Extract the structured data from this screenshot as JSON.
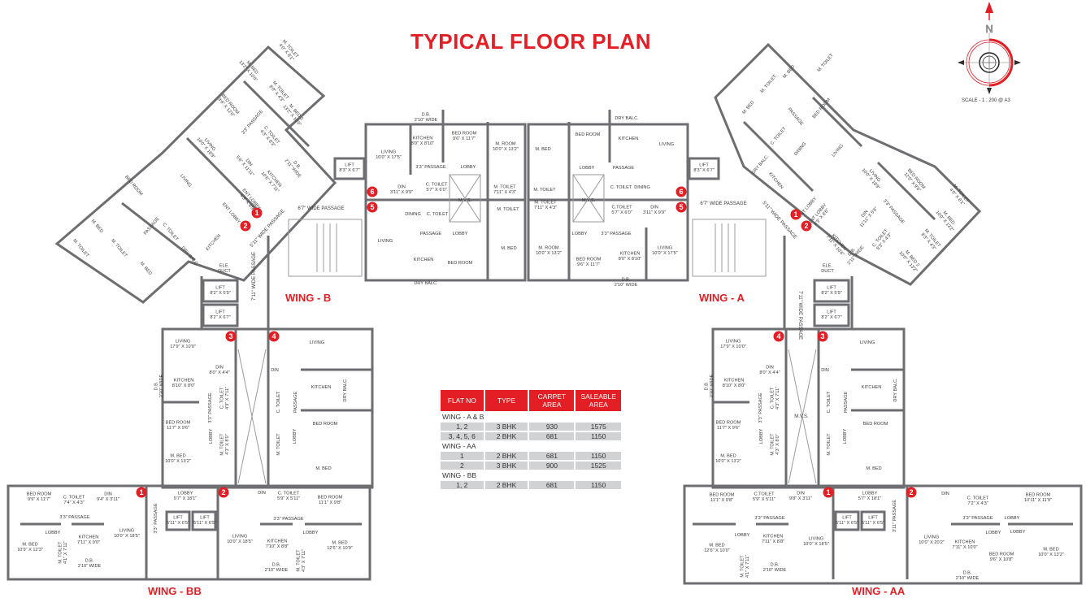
{
  "title": "TYPICAL FLOOR PLAN",
  "colors": {
    "accent": "#e31e24",
    "wall": "#6d6e71",
    "table_row": "#d1d2d4"
  },
  "compass": {
    "north_label": "N",
    "icon": "compass-rose-icon",
    "scale": "SCALE -  1 : 200 @ A3"
  },
  "wings": {
    "b": "WING - B",
    "a": "WING - A",
    "bb": "WING - BB",
    "aa": "WING - AA"
  },
  "flat_markers": {
    "nw": [
      "1",
      "2"
    ],
    "ne": [
      "1",
      "2"
    ],
    "center_b": [
      "6",
      "5"
    ],
    "center_a": [
      "6",
      "5"
    ],
    "wing_b": [
      "3",
      "4"
    ],
    "wing_a": [
      "4",
      "3"
    ],
    "wing_bb": [
      "1",
      "2"
    ],
    "wing_aa": [
      "1",
      "2"
    ]
  },
  "passages": {
    "left_top": "6'7\" WIDE PASSAGE",
    "right_top": "6'7\" WIDE PASSAGE",
    "left_diag": "5'11\" WIDE PASSAGE",
    "right_diag": "5'11\" WIDE PASSAGE",
    "left_vertical": "7'11\" WIDE PASSAGE",
    "right_vertical": "7'11\" WIDE PASSAGE",
    "mvs_b": "M.V.S.",
    "mvs_a": "M.V.S."
  },
  "rooms": {
    "nw_wing": [
      "M. TOILET\n4'0\" X 8'1\"",
      "M. BED\n13'2\" X 10'0\"",
      "M. TOILET\n8'0\" X 4'3\"",
      "M. BED 2\n13'2\" X 10'0\"",
      "BED ROOM\n9'6\" X 12'0\"",
      "3'3\" PASSAGE",
      "C. TOILET\n4'3\" X 8'3\"",
      "LIVING\n10'0\" X 18'9\"",
      "DIN\n5'6\" X 11'11\"",
      "D.B.\n2'11\" WIDE",
      "KITCHEN\n10'6\" X 7'11\"",
      "LIVING",
      "BED ROOM",
      "ENT LOBBY\n4'3\" X 8'9\"",
      "ENT LOBBY",
      "M. BED",
      "PASSAGE",
      "C. TOILET",
      "KITCHEN",
      "M. TOILET",
      "M. TOILET",
      "DRY BALC.",
      "M. BED",
      "ELE.\nDUCT"
    ],
    "ne_wing": [
      "M. TOILET",
      "M. BED",
      "M. TOILET",
      "M. BED",
      "BED ROOM",
      "PASSAGE",
      "C. TOILET",
      "DINING",
      "LIVING",
      "DRY BALC.",
      "KITCHEN",
      "LIVING\n10'0\" X 18'9\"",
      "BED ROOM\n12'0\" X 9'6\"",
      "M. TOILET\n4'0\" X 8'1\"",
      "ENT LOBBY",
      "ENT LOBBY\n4'3\" X 8'6\"",
      "DIN\n11'11\" X 5'6\"",
      "3'3\" PASSAGE",
      "M. BED\n10'0\" X 13'2\"",
      "C. TOILET\n8'3\" X 4'3\"",
      "KITCHEN\n7'11\" X 10'6\"",
      "M. TOILET\n8'3\" X 4'3\"",
      "D.B.\n2'11\" WIDE",
      "M. BED 2\n10'0\" X 13'2\"",
      "ELE.\nDUCT"
    ],
    "lifts": [
      "LIFT\n8'2\" X 5'9\"",
      "LIFT\n8'2\" X 6'7\"",
      "LIFT\n8'2\" X 5'9\"",
      "LIFT\n8'2\" X 6'7\"",
      "LIFT\n8'3\" X 6'7\"",
      "LIFT\n8'3\" X 6'7\""
    ],
    "center_b": [
      "D.B.\n2'10\" WIDE",
      "KITCHEN\n8'0\" X 8'10\"",
      "BED ROOM\n9'6\" X 11'7\"",
      "M. ROOM\n10'0\" X 13'2\"",
      "LIVING\n10'0\" X 17'5\"",
      "3'3\" PASSAGE",
      "LOBBY",
      "DIN\n3'11\" X 9'9\"",
      "C. TOILET\n5'7\" X 6'0\"",
      "M.V.S.",
      "M. TOILET\n7'11\" X 4'3\"",
      "DINING",
      "C. TOILET",
      "M. TOILET",
      "PASSAGE",
      "LOBBY",
      "LIVING",
      "KITCHEN",
      "BED ROOM",
      "M. BED",
      "DRY BALC."
    ],
    "center_a": [
      "DRY BALC.",
      "BED ROOM",
      "KITCHEN",
      "LIVING",
      "M. BED",
      "LOBBY",
      "PASSAGE",
      "M. TOILET",
      "C. TOILET",
      "DINING",
      "M.V.S.",
      "M. TOILET\n7'11\" X 4'3\"",
      "C.TOILET\n5'7\" X 6'0\"",
      "DIN\n3'11\" X 9'9\"",
      "LOBBY",
      "3'3\" PASSAGE",
      "M. ROOM\n10'0\" X 13'2\"",
      "BED ROOM\n9'6\" X 11'7\"",
      "KITCHEN\n8'0\" X 8'10\"",
      "LIVING\n10'0\" X 17'5\"",
      "D.B.\n2'10\" WIDE"
    ],
    "wing_b": [
      "LIVING\n17'9\" X 10'0\"",
      "DIN\n8'0\" X 4'4\"",
      "D.B.\n2'10\" WIDE",
      "KITCHEN\n8'10\" X 8'0\"",
      "3'3\" PASSAGE",
      "C. TOILET\n4'3\" X 7'11\"",
      "BED ROOM\n11'7\" X 9'6\"",
      "LOBBY",
      "M. TOILET\n4'3\" X 8'0\"",
      "M. BED\n10'0\" X 13'2\"",
      "LIVING",
      "DIN",
      "KITCHEN",
      "DRY BALC.",
      "C. TOILET",
      "PASSAGE",
      "BED ROOM",
      "LOBBY",
      "M. TOILET",
      "M. BED"
    ],
    "wing_a": [
      "LIVING\n17'9\" X 10'0\"",
      "DIN\n8'0\" X 4'4\"",
      "D.B.\n2'10\" WIDE",
      "KITCHEN\n8'10\" X 8'0\"",
      "3'3\" PASSAGE",
      "C. TOILET\n4'3\" X 7'11\"",
      "BED ROOM\n11'7\" X 9'6\"",
      "LOBBY",
      "M. TOILET\n4'3\" X 8'0\"",
      "M. BED\n10'0\" X 13'2\"",
      "LIVING",
      "DIN",
      "KITCHEN",
      "DRY BALC.",
      "C. TOILET",
      "PASSAGE",
      "BED ROOM",
      "LOBBY",
      "M. TOILET",
      "M. BED"
    ],
    "wing_bb": [
      "BED ROOM\n9'9\" X 11'7\"",
      "C. TOILET\n7'4\" X 4'3\"",
      "DIN\n9'4\" X 3'11\"",
      "3'3\" PASSAGE",
      "LOBBY",
      "M. BED\n10'9\" X 12'3\"",
      "M. TOILET\n4'1\" X 7'11\"",
      "KITCHEN\n7'11\" X 9'0\"",
      "D.B.\n2'10\" WIDE",
      "LIVING\n10'0\" X 18'5\"",
      "LOBBY\n5'7\" X 18'1\"",
      "3'3\" PASSAGE",
      "LIFT\n5'11\" X 6'5\"",
      "LIFT\n5'11\" X 6'5\"",
      "DIN",
      "C. TOILET\n5'9\" X 5'11\"",
      "BED ROOM\n11'1\" X 9'8\"",
      "3'3\" PASSAGE",
      "LOBBY",
      "LIVING\n10'0\" X 18'5\"",
      "KITCHEN\n7'10\" X 8'8\"",
      "M. BED\n12'6\" X 10'0\"",
      "M. TOILET\n4'3\" X 7'11\"",
      "D.B.\n2'10\" WIDE"
    ],
    "wing_aa": [
      "BED ROOM\n11'1\" X 9'8\"",
      "C.TOILET\n5'9\" X 5'11\"",
      "DIN\n9'8\" X 3'11\"",
      "3'3\" PASSAGE",
      "LOBBY",
      "M. BED\n12'6\" X 10'0\"",
      "M. TOILET\n4'1\" X 7'11\"",
      "KITCHEN\n7'11\" X 8'8\"",
      "D.B.\n2'10\" WIDE",
      "LIVING\n10'0\" X 18'5\"",
      "LOBBY\n5'7\" X 18'1\"",
      "LIFT\n5'11\" X 6'5\"",
      "LIFT\n5'11\" X 6'5\"",
      "3'11\" PASSAGE",
      "DIN",
      "C. TOILET\n7'2\" X 4'3\"",
      "BED ROOM\n10'11\" X 11'9\"",
      "3'3\" PASSAGE",
      "LOBBY",
      "LIVING\n10'0\" X 20'2\"",
      "KITCHEN\n7'11\" X 10'0\"",
      "D.B.\n2'10\" WIDE",
      "LOBBY",
      "LOBBY",
      "BED ROOM\n9'6\" X 10'8\"",
      "M. BED\n10'0\" X 13'2\""
    ]
  },
  "area_table": {
    "headers": [
      "FLAT NO",
      "TYPE",
      "CARPET AREA",
      "SALEABLE AREA"
    ],
    "sections": [
      {
        "label": "WING - A & B",
        "rows": [
          [
            "1, 2",
            "3 BHK",
            "930",
            "1575"
          ],
          [
            "3, 4, 5, 6",
            "2 BHK",
            "681",
            "1150"
          ]
        ]
      },
      {
        "label": "WING - AA",
        "rows": [
          [
            "1",
            "2 BHK",
            "681",
            "1150"
          ],
          [
            "2",
            "3 BHK",
            "900",
            "1525"
          ]
        ]
      },
      {
        "label": "WING - BB",
        "rows": [
          [
            "1, 2",
            "2 BHK",
            "681",
            "1150"
          ]
        ]
      }
    ]
  }
}
